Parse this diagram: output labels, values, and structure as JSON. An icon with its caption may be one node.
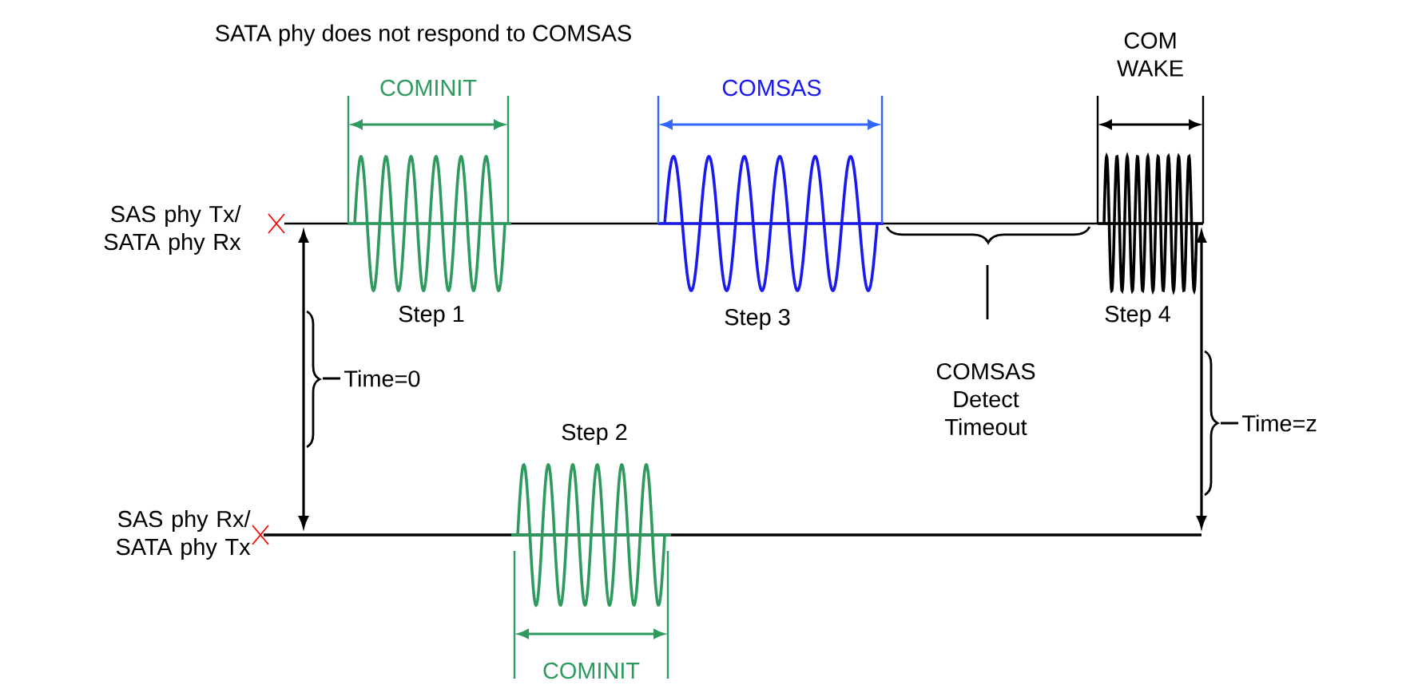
{
  "diagram": {
    "title": "SATA phy does not respond to COMSAS",
    "labels": [
      "COMINIT",
      "COMSAS",
      "COM WAKE",
      "SAS phy Tx/ SATA phy Rx",
      "Step 1",
      "Step 3",
      "Step 4",
      "COMSAS Detect Timeout",
      "Time=0",
      "Time=z",
      "Step 2",
      "SAS phy Rx/ SATA phy Tx",
      "COMINIT"
    ]
  }
}
